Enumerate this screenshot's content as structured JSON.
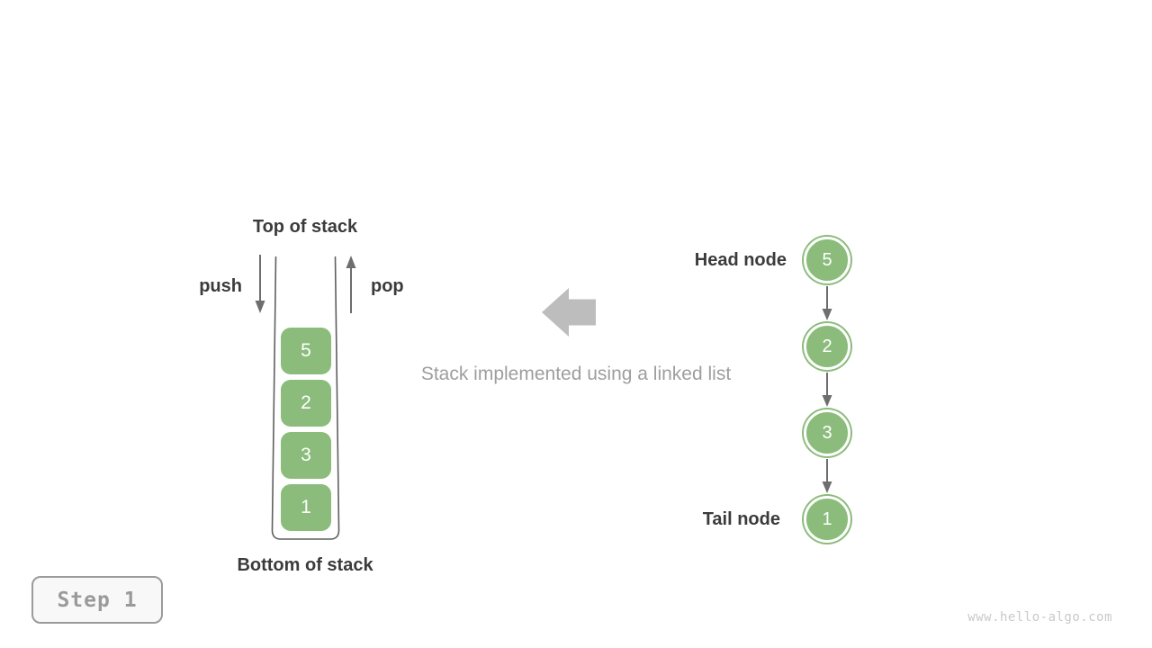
{
  "colors": {
    "green": "#8BBC7B",
    "dark-text": "#3b3b3b",
    "arrow-gray": "#6e6e6e",
    "block-arrow-gray": "#bdbdbd",
    "caption-gray": "#9e9e9e",
    "step-gray": "#9a9a9a",
    "watermark-gray": "#c9c9c9",
    "outline-gray": "#5f5f5f"
  },
  "stack": {
    "top_label": "Top of stack",
    "bottom_label": "Bottom of stack",
    "push_label": "push",
    "pop_label": "pop",
    "items": [
      "5",
      "2",
      "3",
      "1"
    ]
  },
  "caption": "Stack implemented using a linked list",
  "linked_list": {
    "head_label": "Head node",
    "tail_label": "Tail node",
    "nodes": [
      "5",
      "2",
      "3",
      "1"
    ]
  },
  "step_badge": {
    "label": "Step 1"
  },
  "watermark": "www.hello-algo.com"
}
